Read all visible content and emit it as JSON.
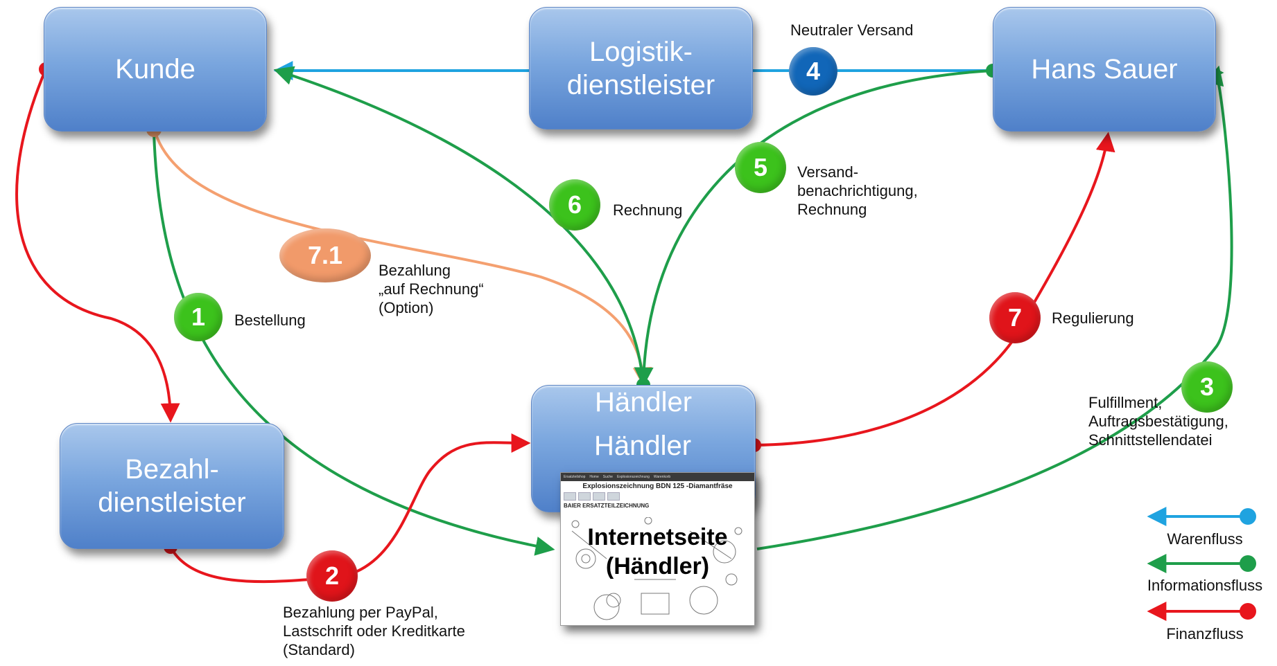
{
  "nodes": {
    "kunde": "Kunde",
    "logistik": "Logistik-\ndienstleister",
    "hans_sauer": "Hans Sauer",
    "bezahl": "Bezahl-\ndienstleister",
    "haendler": "Händler"
  },
  "steps": {
    "s1": {
      "num": "1",
      "label": "Bestellung"
    },
    "s2": {
      "num": "2",
      "label": "Bezahlung per PayPal,\nLastschrift oder Kreditkarte\n(Standard)"
    },
    "s3": {
      "num": "3",
      "label": "Fulfillment,\nAuftragsbestätigung,\nSchnittstellendatei"
    },
    "s4": {
      "num": "4",
      "label": "Neutraler Versand"
    },
    "s5": {
      "num": "5",
      "label": "Versand-\nbenachrichtigung,\nRechnung"
    },
    "s6": {
      "num": "6",
      "label": "Rechnung"
    },
    "s7": {
      "num": "7",
      "label": "Regulierung"
    },
    "s71": {
      "num": "7.1",
      "label": "Bezahlung\n„auf Rechnung“\n(Option)"
    }
  },
  "website": {
    "title": "Internetseite\n(Händler)",
    "page_heading": "Explosionszeichnung BDN 125 -Diamantfräse",
    "brand": "BAIER ERSATZTEILZEICHNUNG",
    "nav_items": [
      "Ersatzteilshop",
      "Home",
      "Suche",
      "Explosionszeichnung",
      "Warenkorb"
    ]
  },
  "legend": {
    "warenfluss": "Warenfluss",
    "informationsfluss": "Informationsfluss",
    "finanzfluss": "Finanzfluss"
  },
  "colors": {
    "warenfluss": "#1fa3e0",
    "informationsfluss": "#1e9e4a",
    "finanzfluss": "#e8161d",
    "option": "#f4a070",
    "badge_green": "#3cc21c",
    "badge_red": "#e0141a",
    "badge_blue": "#1166b8",
    "badge_orange": "#f19a6a"
  }
}
